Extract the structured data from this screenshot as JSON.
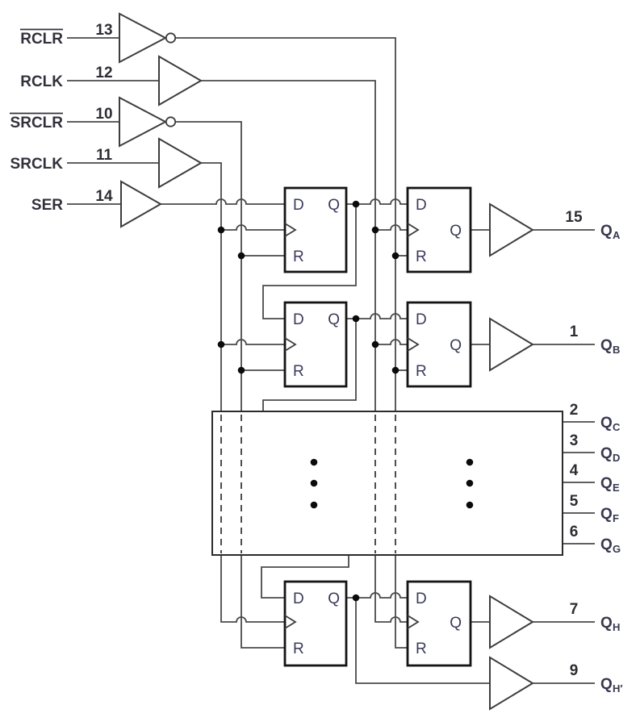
{
  "diagram": {
    "kind": "shift-register-logic-diagram",
    "inputs": [
      {
        "name": "RCLR",
        "pin": "13",
        "active_low": true,
        "buffer": "inverter"
      },
      {
        "name": "RCLK",
        "pin": "12",
        "active_low": false,
        "buffer": "buffer"
      },
      {
        "name": "SRCLR",
        "pin": "10",
        "active_low": true,
        "buffer": "inverter"
      },
      {
        "name": "SRCLK",
        "pin": "11",
        "active_low": false,
        "buffer": "buffer"
      },
      {
        "name": "SER",
        "pin": "14",
        "active_low": false,
        "buffer": "buffer"
      }
    ],
    "flipflop": {
      "d": "D",
      "q": "Q",
      "r": "R"
    },
    "outputs": [
      {
        "pin": "15",
        "base": "Q",
        "sub": "A"
      },
      {
        "pin": "1",
        "base": "Q",
        "sub": "B"
      },
      {
        "pin": "2",
        "base": "Q",
        "sub": "C"
      },
      {
        "pin": "3",
        "base": "Q",
        "sub": "D"
      },
      {
        "pin": "4",
        "base": "Q",
        "sub": "E"
      },
      {
        "pin": "5",
        "base": "Q",
        "sub": "F"
      },
      {
        "pin": "6",
        "base": "Q",
        "sub": "G"
      },
      {
        "pin": "7",
        "base": "Q",
        "sub": "H"
      },
      {
        "pin": "9",
        "base": "Q",
        "sub": "H′"
      }
    ],
    "colors": {
      "wire": "#4a4a4a",
      "outline": "#141414",
      "label_text": "#31313b",
      "ff_text": "#3a3a5c"
    }
  }
}
